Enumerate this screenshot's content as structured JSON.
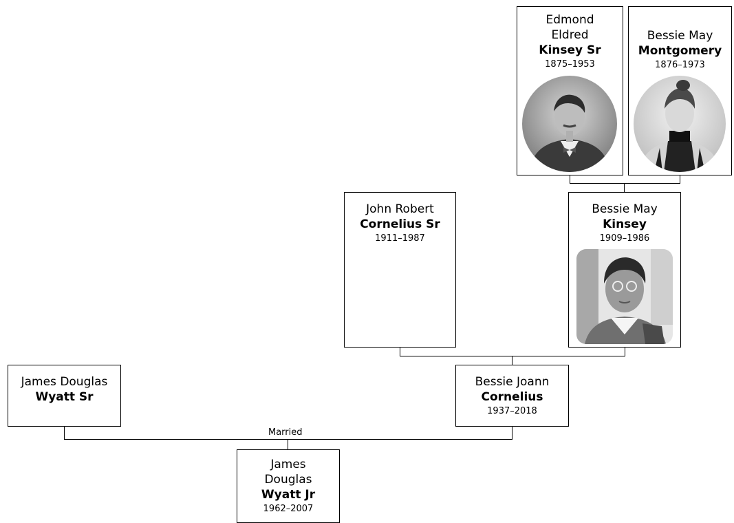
{
  "people": {
    "edmond_kinsey": {
      "first": "Edmond Eldred",
      "last": "Kinsey Sr",
      "years": "1875–1953",
      "photo": "man-portrait-photo"
    },
    "bessie_montgomery": {
      "first": "Bessie May",
      "last": "Montgomery",
      "years": "1876–1973",
      "photo": "girl-portrait-photo"
    },
    "john_cornelius": {
      "first": "John Robert",
      "last": "Cornelius Sr",
      "years": "1911–1987"
    },
    "bessie_kinsey": {
      "first": "Bessie May",
      "last": "Kinsey",
      "years": "1909–1986",
      "photo": "woman-portrait-photo"
    },
    "james_wyatt_sr": {
      "first": "James Douglas",
      "last": "Wyatt Sr"
    },
    "bessie_cornelius": {
      "first": "Bessie Joann",
      "last": "Cornelius",
      "years": "1937–2018"
    },
    "james_wyatt_jr": {
      "first": "James Douglas",
      "last": "Wyatt Jr",
      "years": "1962–2007"
    }
  },
  "relations": {
    "married_label": "Married"
  },
  "colors": {
    "line": "#000000",
    "box_border": "#000000",
    "background": "#ffffff"
  }
}
